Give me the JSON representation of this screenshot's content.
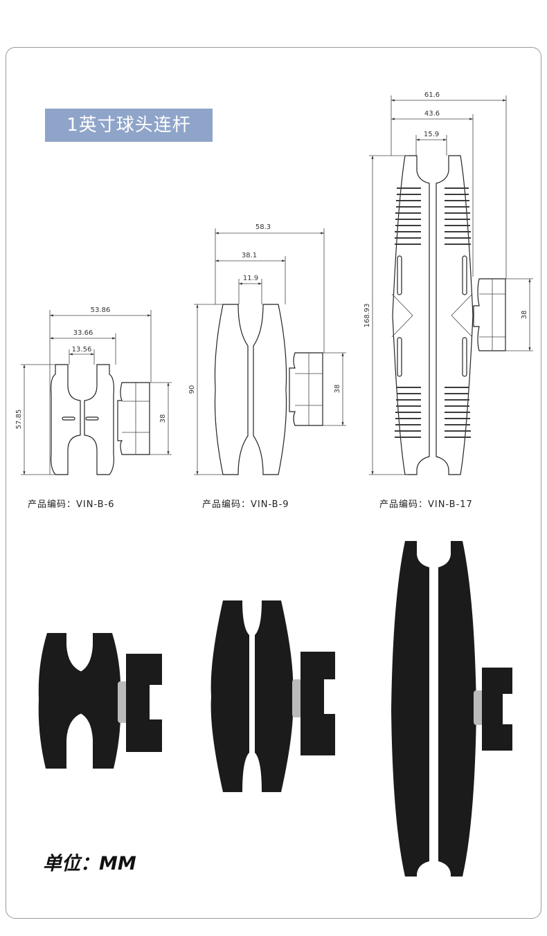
{
  "title": "1英寸球头连杆",
  "products": [
    {
      "code_label": "产品编码：VIN-B-6",
      "dims": {
        "total_width": "53.86",
        "body_width": "33.66",
        "gap": "13.56",
        "height": "57.85",
        "knob": "38"
      }
    },
    {
      "code_label": "产品编码：VIN-B-9",
      "dims": {
        "total_width": "58.3",
        "body_width": "38.1",
        "gap": "11.9",
        "height": "90",
        "knob": "38"
      }
    },
    {
      "code_label": "产品编码：VIN-B-17",
      "dims": {
        "total_width": "61.6",
        "body_width": "43.6",
        "gap": "15.9",
        "height": "168.93",
        "knob": "38"
      }
    }
  ],
  "unit_label": "单位：MM"
}
